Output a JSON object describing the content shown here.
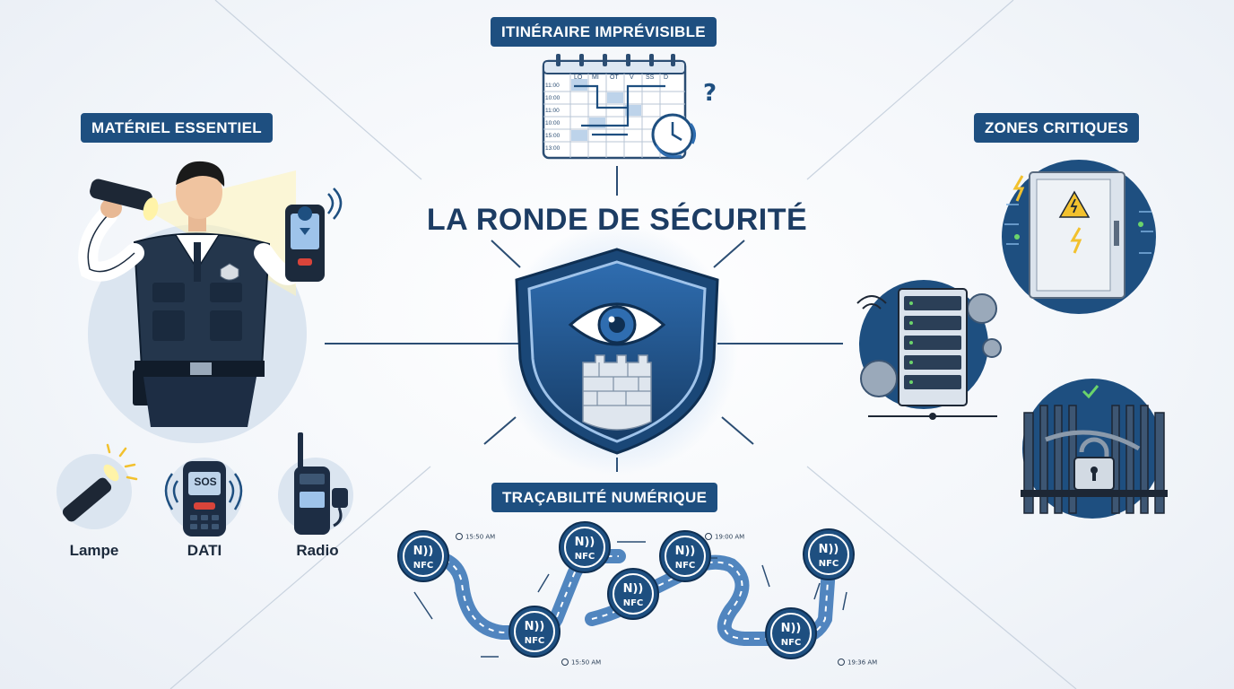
{
  "title": "LA RONDE DE SÉCURITÉ",
  "sections": {
    "materiel": "MATÉRIEL ESSENTIEL",
    "itineraire": "ITINÉRAIRE IMPRÉVISIBLE",
    "zones": "ZONES CRITIQUES",
    "tracabilite": "TRAÇABILITÉ NUMÉRIQUE"
  },
  "equipment": {
    "lampe": "Lampe",
    "dati": "DATI",
    "radio": "Radio",
    "sos": "SOS"
  },
  "calendar": {
    "days": [
      "LO",
      "MI",
      "OT",
      "V",
      "SS",
      "D"
    ],
    "times": [
      "11:00",
      "10:00",
      "11:00",
      "10:00",
      "15:00",
      "13:00"
    ]
  },
  "nfc": {
    "label": "NFC",
    "symbol": "N))",
    "timestamps": [
      "15:50 AM",
      "19:00 AM",
      "15:50 AM",
      "19:36 AM"
    ]
  },
  "colors": {
    "navy": "#1e4f80",
    "dark": "#1c3c63",
    "accent": "#2f6db0",
    "light": "#d7e4f1",
    "warning": "#f2c12e",
    "alert": "#d9443a"
  }
}
